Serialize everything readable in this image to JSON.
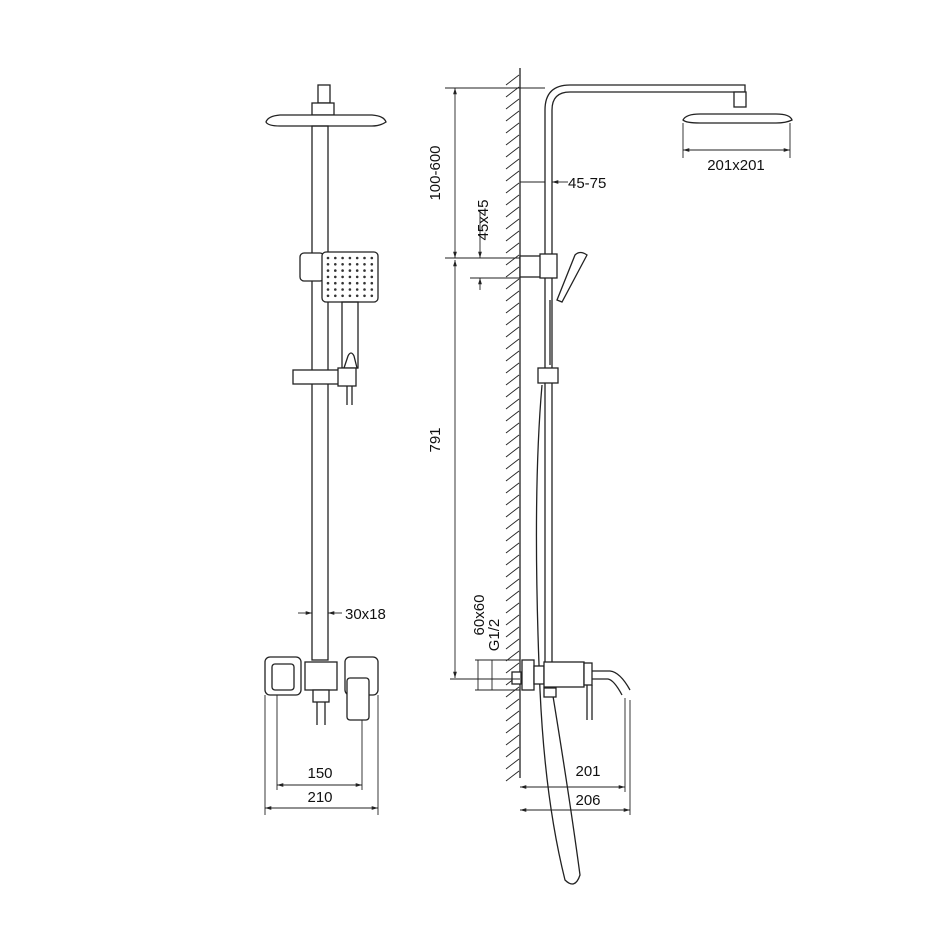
{
  "front_view": {
    "dim_pipe": "30x18",
    "dim_inner_width": "150",
    "dim_outer_width": "210"
  },
  "side_view": {
    "dim_head": "201x201",
    "dim_adjust_height": "100-600",
    "dim_wall_offset": "45-75",
    "dim_bracket": "45x45",
    "dim_bar_height": "791",
    "dim_flange": "60x60",
    "dim_thread": "G1/2",
    "dim_spout_reach": "201",
    "dim_total_depth": "206"
  }
}
